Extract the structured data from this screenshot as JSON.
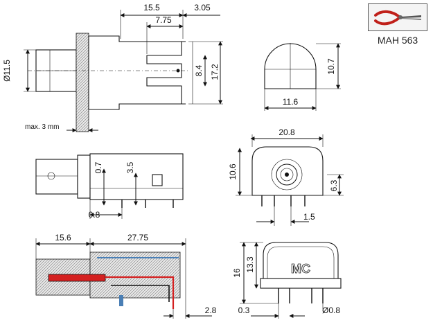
{
  "product": {
    "code": "MAH 563",
    "icon": "pliers-icon"
  },
  "views": {
    "side_section": {
      "dims": {
        "overall": "15.5",
        "tail": "3.05",
        "half": "7.75",
        "diameter": "Ø11.5",
        "height": "17.2",
        "inner": "8.4",
        "panel": "max. 3 mm"
      }
    },
    "front_round": {
      "dims": {
        "width": "11.6",
        "height": "10.7"
      }
    },
    "side_outline": {
      "dims": {
        "gap": "0.7",
        "pin_height": "3.5",
        "offset": "0.8"
      }
    },
    "front_outline": {
      "dims": {
        "width": "20.8",
        "height": "10.6",
        "center": "6.3",
        "pitch": "1.5"
      }
    },
    "cross_section": {
      "dims": {
        "front": "15.6",
        "length": "27.75",
        "pin": "2.8"
      }
    },
    "rear_view": {
      "logo": "MC",
      "dims": {
        "height": "16",
        "inner": "13.3",
        "pin_offset": "0.3",
        "pin_diameter": "Ø0.8"
      }
    }
  }
}
